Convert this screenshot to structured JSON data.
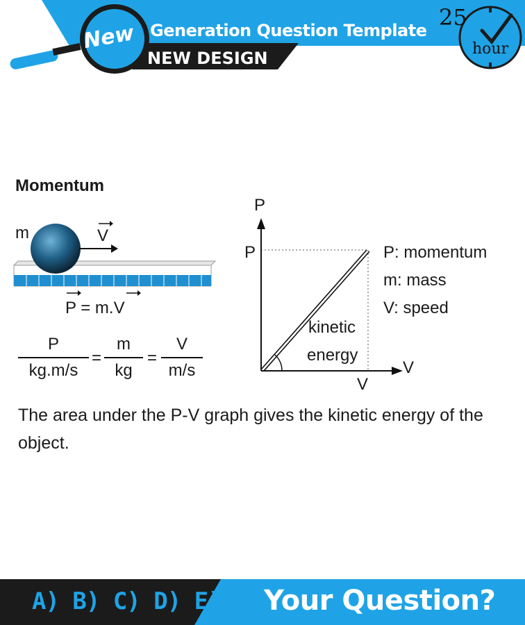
{
  "header": {
    "badge": "New",
    "title": "Generation Question Template",
    "subtitle": "NEW DESIGN",
    "clock_number": "25",
    "clock_unit": "hour"
  },
  "colors": {
    "accent": "#1fa3e6",
    "dark": "#1b1b1b",
    "ball": "#1f5f86"
  },
  "content": {
    "heading": "Momentum",
    "mass_label": "m",
    "velocity_label": "V",
    "formula": {
      "lhs": "P",
      "eq": " = m.",
      "rhs": "V"
    },
    "units": {
      "p_num": "P",
      "p_den": "kg.m/s",
      "m_num": "m",
      "m_den": "kg",
      "v_num": "V",
      "v_den": "m/s",
      "equals": "="
    },
    "graph": {
      "y_axis_label": "P",
      "x_axis_label": "V",
      "p_marker": "P",
      "v_marker": "V",
      "area_label_1": "kinetic",
      "area_label_2": "energy"
    },
    "legend": [
      "P: momentum",
      "m: mass",
      "V: speed"
    ],
    "caption": "The area under the P-V graph gives the kinetic energy of the object."
  },
  "footer": {
    "options": "A) B) C) D) E)",
    "question": "Your Question?"
  }
}
